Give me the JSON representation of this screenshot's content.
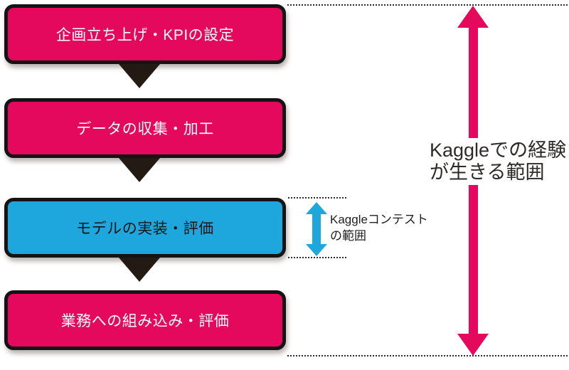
{
  "diagram": {
    "steps": [
      {
        "label": "企画立ち上げ・KPIの設定",
        "fill": "#e4095c",
        "text_color": "#ffffff"
      },
      {
        "label": "データの収集・加工",
        "fill": "#e4095c",
        "text_color": "#ffffff"
      },
      {
        "label": "モデルの実装・評価",
        "fill": "#1ea7dc",
        "text_color": "#161616"
      },
      {
        "label": "業務への組み込み・評価",
        "fill": "#e4095c",
        "text_color": "#ffffff"
      }
    ],
    "connector_color": "#241a14",
    "dotted_line_color": "#2a2a2a",
    "annotations": {
      "contest_scope": {
        "line1": "Kaggleコンテスト",
        "line2": "の範囲",
        "arrow_color": "#1ea7dc"
      },
      "experience_scope": {
        "line1": "Kaggleでの経験",
        "line2": "が生きる範囲",
        "arrow_color": "#e4095c"
      }
    }
  }
}
